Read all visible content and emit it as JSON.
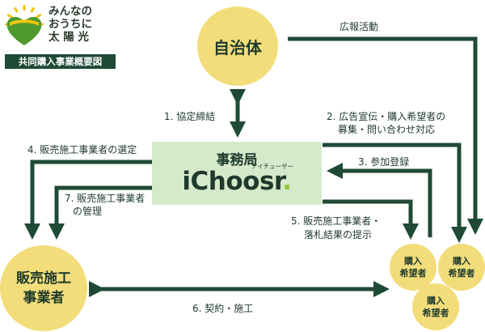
{
  "logo": {
    "lines": [
      "みんなの",
      "おうちに",
      "太 陽 光"
    ],
    "tag": "共同購入事業概要図"
  },
  "nodes": {
    "municipality": "自治体",
    "office_title": "事務局",
    "office_brand": "iChoosr",
    "office_brand_dot": ".",
    "office_ruby": "アイチューザー",
    "contractor_line1": "販売施工",
    "contractor_line2": "事業者",
    "buyer_line1": "購入",
    "buyer_line2": "希望者"
  },
  "labels": {
    "pr": "広報活動",
    "step1": "1. 協定締結",
    "step2_line1": "2. 広告宣伝・購入希望者の",
    "step2_line2": "募集・問い合わせ対応",
    "step3": "3. 参加登録",
    "step4": "4. 販売施工事業者の選定",
    "step5_line1": "5. 販売施工事業者・",
    "step5_line2": "落札結果の提示",
    "step6": "6. 契約・施工",
    "step7_line1": "7. 販売施工事業者",
    "step7_line2": "の管理"
  },
  "colors": {
    "arrow": "#1f4a36",
    "circle": "#f2dd7a",
    "office_box": "#d6eacb",
    "brand_dot": "#8fc43d"
  }
}
